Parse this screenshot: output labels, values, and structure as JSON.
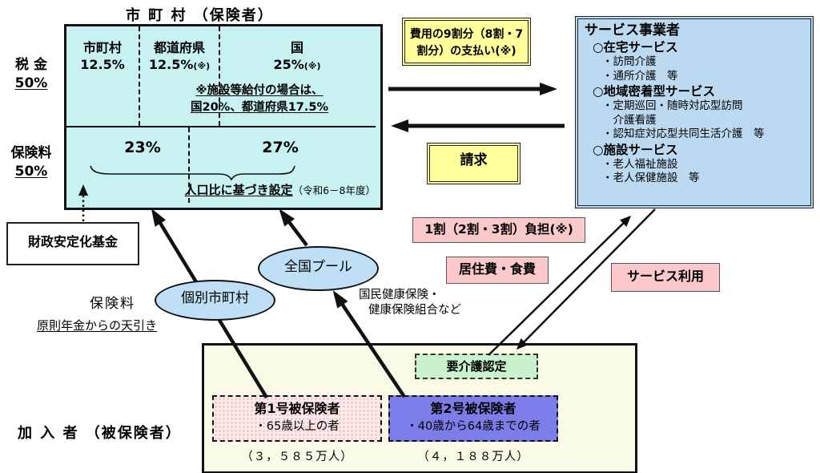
{
  "insurer": {
    "title": "市 町 村 （保険者）",
    "tax_label": "税 金",
    "tax_pct": "50%",
    "premium_label": "保険料",
    "premium_pct": "50%",
    "cells": [
      {
        "label": "市町村",
        "value": "12.5%",
        "suffix": ""
      },
      {
        "label": "都道府県",
        "value": "12.5%",
        "suffix": "(※)"
      },
      {
        "label": "国",
        "value": "25%",
        "suffix": "(※)"
      }
    ],
    "facility_note_line1": "※施設等給付の場合は、",
    "facility_note_line2": "国20%、都道府県17.5%",
    "premium_share_left": "23%",
    "premium_share_right": "27%",
    "brace_note": "人口比に基づき設定",
    "brace_note_suffix": "（令和6－8年度）"
  },
  "service_box": {
    "title": "サービス事業者",
    "sections": [
      {
        "heading": "○在宅サービス",
        "items": [
          "・訪問介護",
          "・通所介護　等"
        ]
      },
      {
        "heading": "○地域密着型サービス",
        "items": [
          "・定期巡回・随時対応型訪問",
          "　介護看護",
          "・認知症対応型共同生活介護　等"
        ]
      },
      {
        "heading": "○施設サービス",
        "items": [
          "・老人福祉施設",
          "・老人保健施設　等"
        ]
      }
    ]
  },
  "flows": {
    "payment_line1": "費用の9割分（8割・7",
    "payment_line2": "割分）の支払い(※)",
    "billing": "請求",
    "copay": "1割（2割・3割）負担(※)",
    "room_board": "居住費・食費",
    "service_use": "サービス利用",
    "premium_label": "保険料",
    "premium_note": "原則年金からの天引き",
    "pool_note_line1": "国民健康保険・",
    "pool_note_line2": "健康保険組合など",
    "municipal_pool": "個別市町村",
    "national_pool": "全国プール",
    "fund": "財政安定化基金",
    "certification": "要介護認定"
  },
  "members": {
    "title": "加 入 者 （被保険者）",
    "cat1_title": "第1号被保険者",
    "cat1_desc": "・65歳以上の者",
    "cat1_count": "（３，５８５万人）",
    "cat2_title": "第2号被保険者",
    "cat2_desc": "・40歳から64歳までの者",
    "cat2_count": "（４，１８８万人）"
  },
  "colors": {
    "main_box_bg": "#c8f2f2",
    "service_box_bg": "#bcd9f2",
    "yellow_box_bg": "#ffff9c",
    "pink_box_bg": "#fbc9c9",
    "members_box_bg": "#fafbe6",
    "cat1_bg": "#fdeaea",
    "cat2_bg": "#7d7dea",
    "certification_bg": "#c9f2cd",
    "ellipse_bg": "#bedff5",
    "arrow_color": "#111111"
  }
}
